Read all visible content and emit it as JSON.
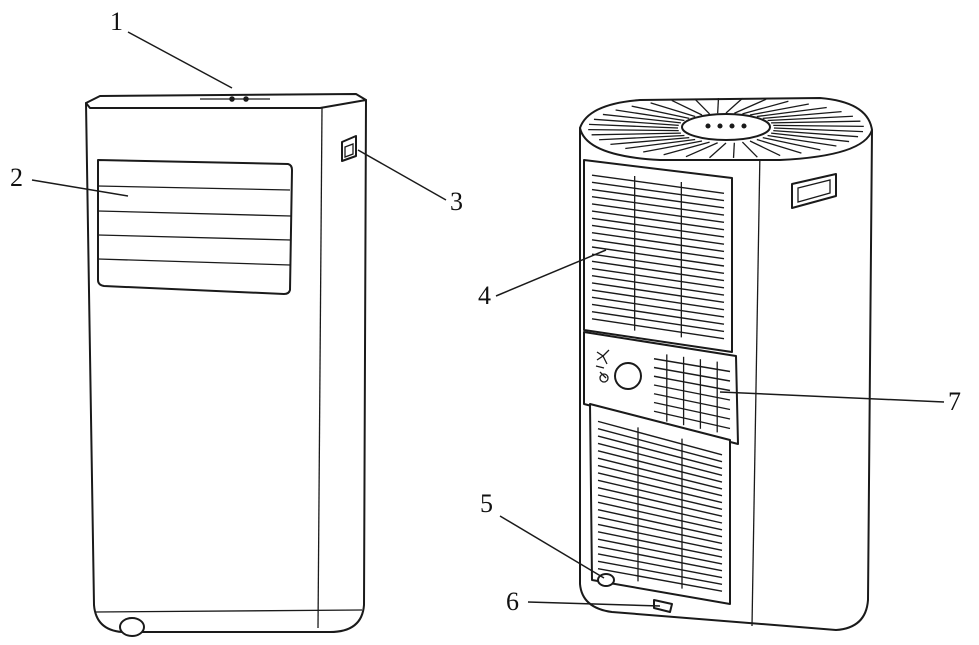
{
  "callouts": [
    {
      "id": "c1",
      "label": "1",
      "part": "top-control-panel"
    },
    {
      "id": "c2",
      "label": "2",
      "part": "front-air-louvres"
    },
    {
      "id": "c3",
      "label": "3",
      "part": "side-carry-handle"
    },
    {
      "id": "c4",
      "label": "4",
      "part": "upper-rear-filter-grille"
    },
    {
      "id": "c5",
      "label": "5",
      "part": "rear-caster-wheel"
    },
    {
      "id": "c6",
      "label": "6",
      "part": "drain-outlet"
    },
    {
      "id": "c7",
      "label": "7",
      "part": "exhaust-outlet-panel"
    }
  ],
  "colors": {
    "line": "#1a1a1a",
    "background": "#ffffff"
  }
}
